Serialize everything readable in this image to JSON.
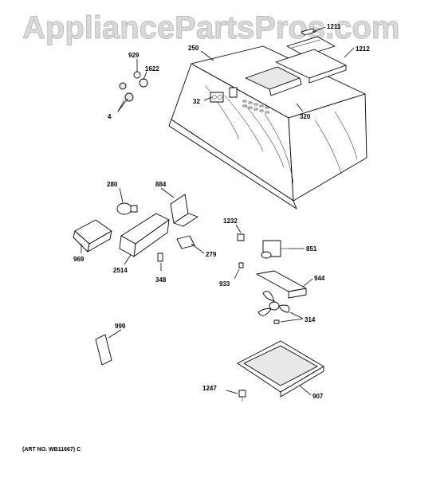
{
  "watermark": "AppliancePartsPros.com",
  "art_number": "(ART NO. WB11667) C",
  "parts": {
    "p1211": "1211",
    "p1212": "1212",
    "p250": "250",
    "p929": "929",
    "p1622": "1622",
    "p4": "4",
    "p32": "32",
    "p320": "320",
    "p280": "280",
    "p884": "884",
    "p1232": "1232",
    "p851": "851",
    "p279": "279",
    "p969": "969",
    "p2514": "2514",
    "p348": "348",
    "p933": "933",
    "p944": "944",
    "p314": "314",
    "p999": "999",
    "p1247": "1247",
    "p907": "907"
  }
}
